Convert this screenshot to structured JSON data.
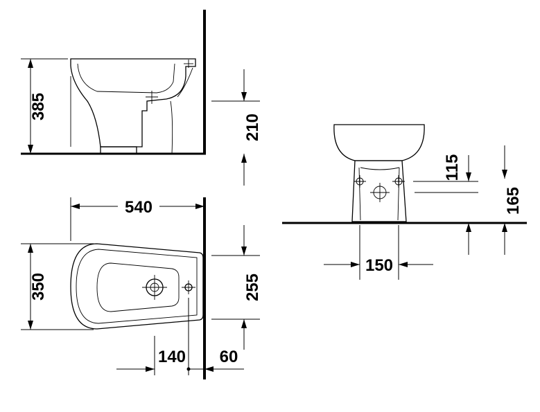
{
  "dimensions": {
    "side_height": "385",
    "side_inlet_height": "210",
    "top_length": "540",
    "top_width": "350",
    "top_inlet_offset": "255",
    "top_hole_spacing": "140",
    "top_wall_gap": "60",
    "front_pedestal_width": "150",
    "front_upper_height": "115",
    "front_lower_height": "165"
  },
  "colors": {
    "line": "#000000",
    "background": "#ffffff"
  }
}
